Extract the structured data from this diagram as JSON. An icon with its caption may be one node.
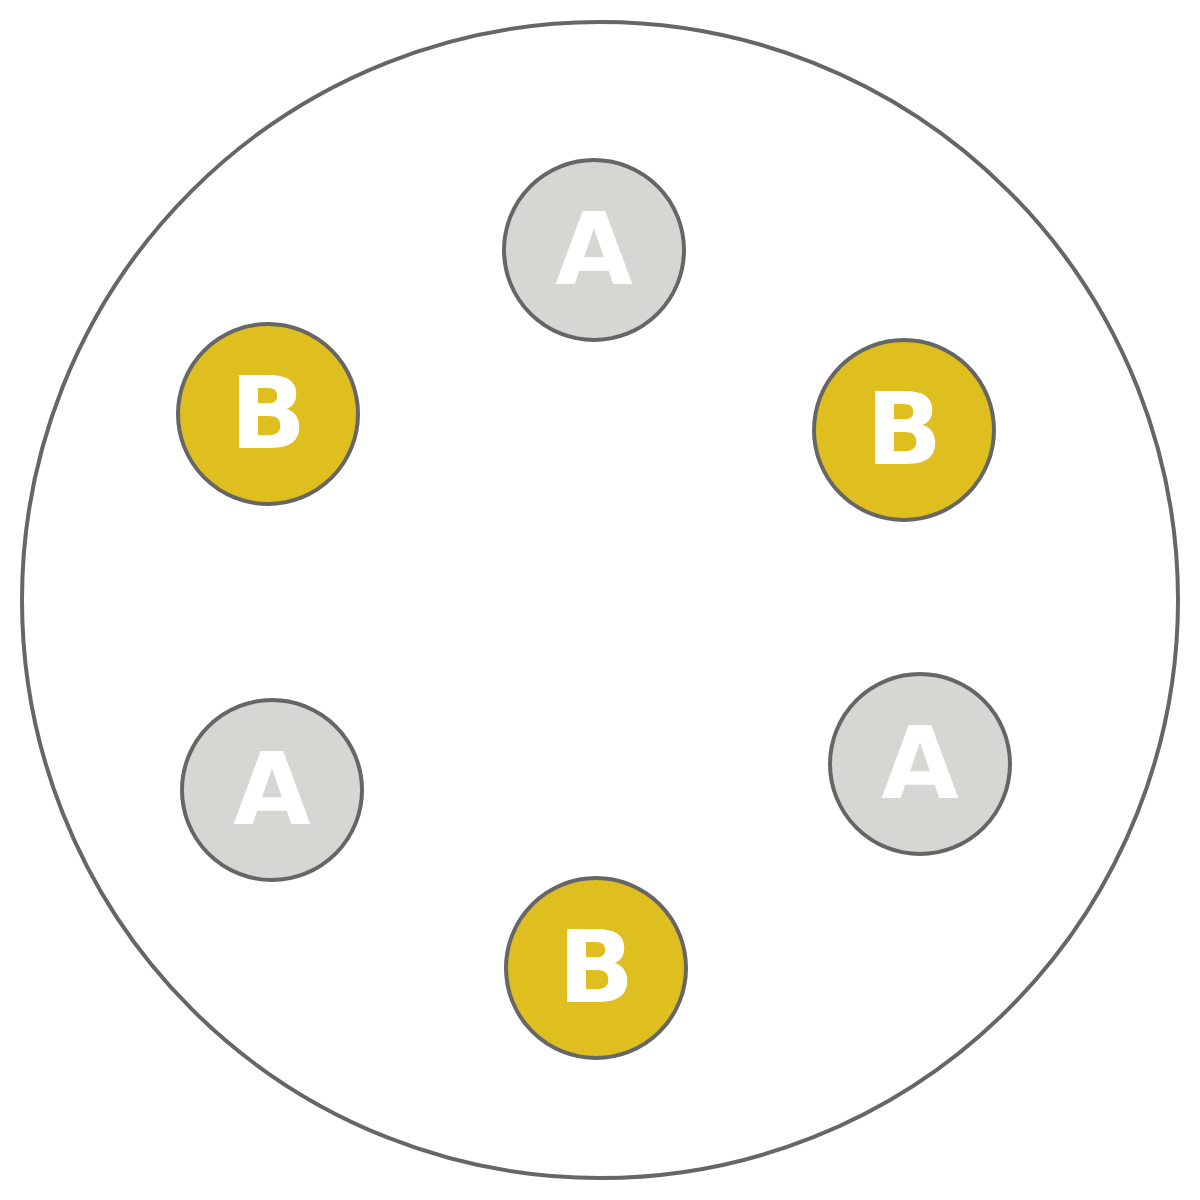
{
  "diagram": {
    "nodes": [
      {
        "text": [],
        "shape": "circle"
      },
      {
        "text": [
          "A"
        ],
        "in": 0
      },
      {
        "text": [
          "B"
        ],
        "in": 0
      },
      {
        "text": [
          "B"
        ],
        "in": 0
      },
      {
        "text": [
          "A"
        ],
        "in": 0
      },
      {
        "text": [
          "A"
        ],
        "in": 0
      },
      {
        "text": [
          "B"
        ],
        "in": 0
      }
    ]
  }
}
